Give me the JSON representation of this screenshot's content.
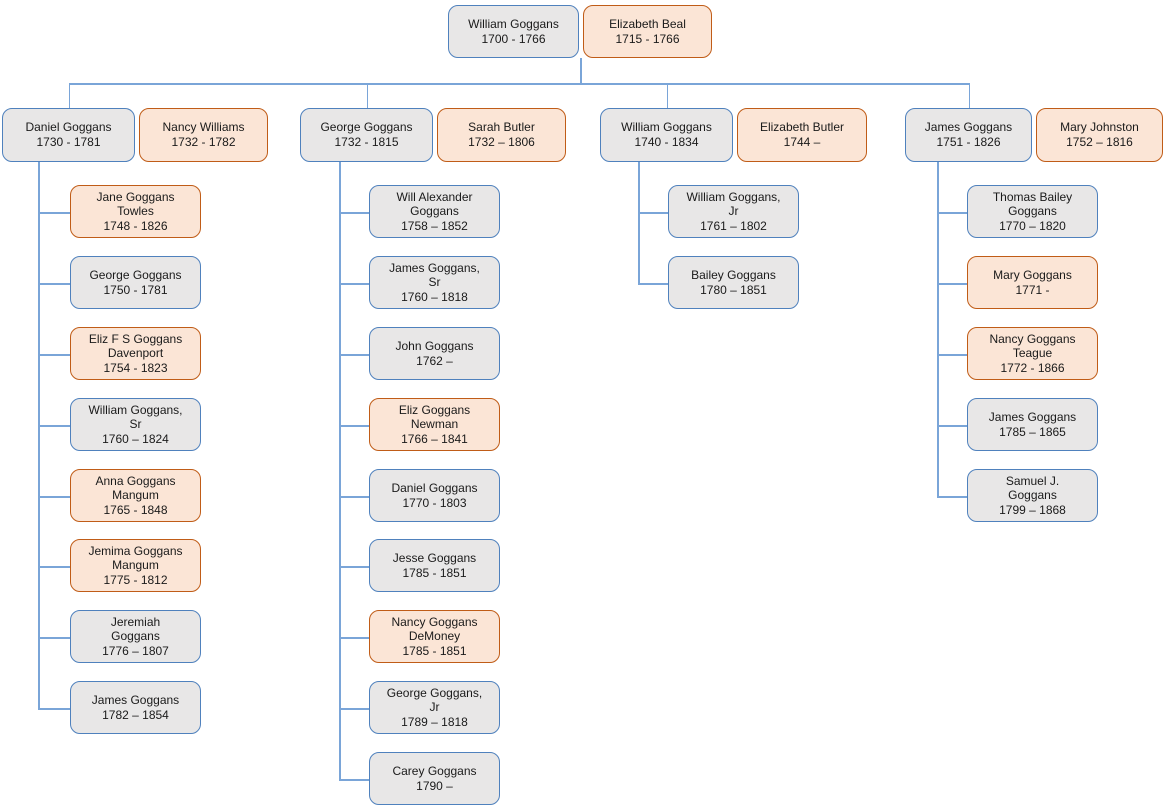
{
  "colors": {
    "male_fill": "#e8e7e7",
    "male_border": "#4f81bd",
    "female_fill": "#fbe5d6",
    "female_border": "#c05c17",
    "connector": "#7aa5d8",
    "text": "#1a1a1a",
    "background": "#ffffff"
  },
  "tree": {
    "root_couple": {
      "husband": {
        "name": "William Goggans",
        "dates": "1700 - 1766",
        "gender": "male"
      },
      "wife": {
        "name": "Elizabeth Beal",
        "dates": "1715 - 1766",
        "gender": "female"
      }
    },
    "families": [
      {
        "husband": {
          "name": "Daniel Goggans",
          "dates": "1730 - 1781",
          "gender": "male"
        },
        "wife": {
          "name": "Nancy Williams",
          "dates": "1732 - 1782",
          "gender": "female"
        },
        "children": [
          {
            "name": "Jane Goggans Towles",
            "dates": "1748 - 1826",
            "gender": "female"
          },
          {
            "name": "George Goggans",
            "dates": "1750 - 1781",
            "gender": "male"
          },
          {
            "name": "Eliz F S Goggans Davenport",
            "dates": "1754 - 1823",
            "gender": "female"
          },
          {
            "name": "William Goggans, Sr",
            "dates": "1760 – 1824",
            "gender": "male"
          },
          {
            "name": "Anna Goggans Mangum",
            "dates": "1765 - 1848",
            "gender": "female"
          },
          {
            "name": "Jemima Goggans Mangum",
            "dates": "1775 - 1812",
            "gender": "female"
          },
          {
            "name": "Jeremiah Goggans",
            "dates": "1776 – 1807",
            "gender": "male"
          },
          {
            "name": "James Goggans",
            "dates": "1782 – 1854",
            "gender": "male"
          }
        ]
      },
      {
        "husband": {
          "name": "George Goggans",
          "dates": "1732 - 1815",
          "gender": "male"
        },
        "wife": {
          "name": "Sarah Butler",
          "dates": "1732 – 1806",
          "gender": "female"
        },
        "children": [
          {
            "name": "Will Alexander Goggans",
            "dates": "1758 – 1852",
            "gender": "male"
          },
          {
            "name": "James Goggans, Sr",
            "dates": "1760 – 1818",
            "gender": "male"
          },
          {
            "name": "John Goggans",
            "dates": "1762 –",
            "gender": "male"
          },
          {
            "name": "Eliz Goggans Newman",
            "dates": "1766 – 1841",
            "gender": "female"
          },
          {
            "name": "Daniel Goggans",
            "dates": "1770 - 1803",
            "gender": "male"
          },
          {
            "name": "Jesse Goggans",
            "dates": "1785 - 1851",
            "gender": "male"
          },
          {
            "name": "Nancy Goggans DeMoney",
            "dates": "1785 - 1851",
            "gender": "female"
          },
          {
            "name": "George Goggans, Jr",
            "dates": "1789 – 1818",
            "gender": "male"
          },
          {
            "name": "Carey Goggans",
            "dates": "1790 –",
            "gender": "male"
          }
        ]
      },
      {
        "husband": {
          "name": "William Goggans",
          "dates": "1740 - 1834",
          "gender": "male"
        },
        "wife": {
          "name": "Elizabeth Butler",
          "dates": "1744 –",
          "gender": "female"
        },
        "children": [
          {
            "name": "William Goggans, Jr",
            "dates": "1761 – 1802",
            "gender": "male"
          },
          {
            "name": "Bailey Goggans",
            "dates": "1780 – 1851",
            "gender": "male"
          }
        ]
      },
      {
        "husband": {
          "name": "James Goggans",
          "dates": "1751 - 1826",
          "gender": "male"
        },
        "wife": {
          "name": "Mary Johnston",
          "dates": "1752 – 1816",
          "gender": "female"
        },
        "children": [
          {
            "name": "Thomas Bailey Goggans",
            "dates": "1770 – 1820",
            "gender": "male"
          },
          {
            "name": "Mary Goggans",
            "dates": "1771 -",
            "gender": "female"
          },
          {
            "name": "Nancy Goggans Teague",
            "dates": "1772 - 1866",
            "gender": "female"
          },
          {
            "name": "James Goggans",
            "dates": "1785 – 1865",
            "gender": "male"
          },
          {
            "name": "Samuel J. Goggans",
            "dates": "1799 – 1868",
            "gender": "male"
          }
        ]
      }
    ]
  }
}
